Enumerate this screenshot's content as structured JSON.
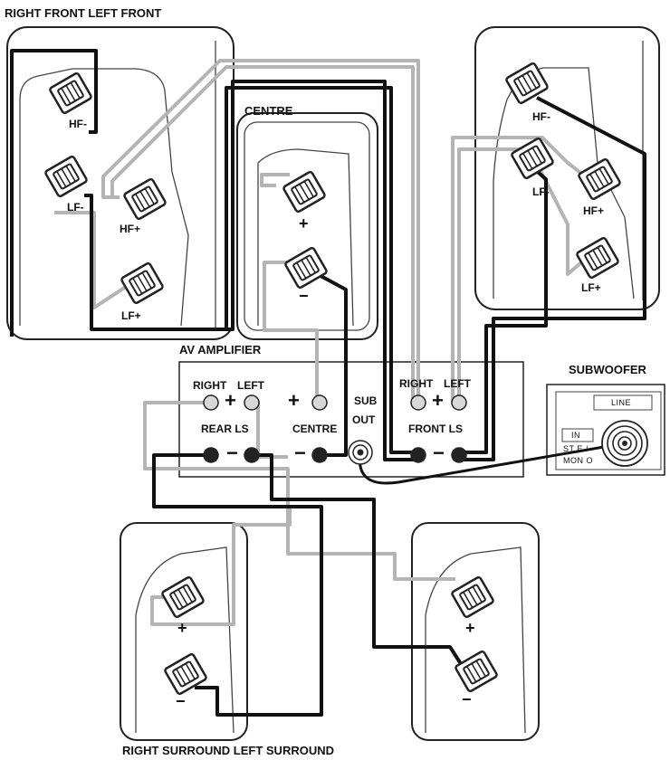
{
  "labels": {
    "top_caption": "RIGHT FRONT LEFT FRONT",
    "bottom_caption": "RIGHT SURROUND LEFT SURROUND",
    "centre_title": "CENTRE",
    "amp_title": "AV AMPLIFIER",
    "sub_title": "SUBWOOFER",
    "hf_minus": "HF-",
    "lf_minus": "LF-",
    "hf_plus": "HF+",
    "lf_plus": "LF+",
    "plus": "+",
    "minus": "−"
  },
  "amplifier": {
    "right": "RIGHT",
    "left": "LEFT",
    "rear_ls": "REAR LS",
    "centre": "CENTRE",
    "sub": "SUB",
    "out": "OUT",
    "front_right": "RIGHT",
    "front_left": "LEFT",
    "front_ls": "FRONT LS"
  },
  "subwoofer": {
    "line": "LINE",
    "in": "IN",
    "mono": "MON O",
    "stereo": "ST E /"
  },
  "colors": {
    "black_wire": "#111111",
    "grey_wire": "#b4b4b4",
    "outline": "#222222"
  }
}
